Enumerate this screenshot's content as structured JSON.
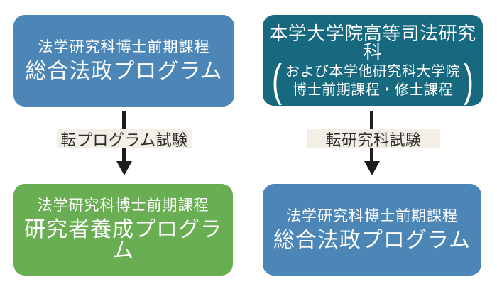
{
  "diagram_title": "program-transfer-flow",
  "colors": {
    "blue_box": "#4b86b7",
    "teal_box": "#16697f",
    "green_box": "#69ae53",
    "label_background": "#f3efe7",
    "arrow": "#1d1d1d",
    "box_text": "#ffffff",
    "label_text": "#2c2c2c",
    "page_background": "#ffffff"
  },
  "boxes": {
    "top_left": {
      "line1": "法学研究科博士前期課程",
      "line2": "総合法政プログラム",
      "color": "#4b86b7"
    },
    "top_right": {
      "title": "本学大学院高等司法研究科",
      "paren_open": "(",
      "paren_close": ")",
      "paren_line1": "および本学他研究科大学院",
      "paren_line2": "博士前期課程・修士課程",
      "color": "#16697f"
    },
    "bottom_left": {
      "line1": "法学研究科博士前期課程",
      "line2": "研究者養成プログラム",
      "color": "#69ae53"
    },
    "bottom_right": {
      "line1": "法学研究科博士前期課程",
      "line2": "総合法政プログラム",
      "color": "#4b86b7"
    }
  },
  "arrows": {
    "left": {
      "label": "転プログラム試験",
      "direction": "down"
    },
    "right": {
      "label": "転研究科試験",
      "direction": "down"
    }
  }
}
